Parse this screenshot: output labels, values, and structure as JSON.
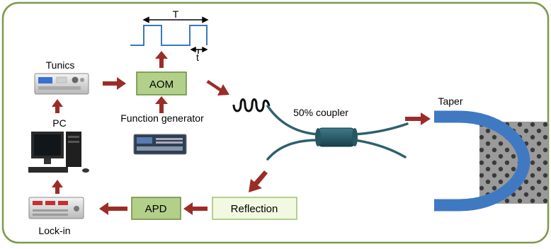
{
  "labels": {
    "tunics": "Tunics",
    "pc": "PC",
    "lockin": "Lock-in",
    "function_generator": "Function generator",
    "coupler": "50% coupler",
    "taper": "Taper",
    "period": "T",
    "pulse_width": "t"
  },
  "boxes": {
    "aom": "AOM",
    "apd": "APD",
    "reflection": "Reflection"
  },
  "colors": {
    "frame": "#7a9a4a",
    "arrow": "#9b2d28",
    "green_box": "#b2d08a",
    "green_box_border": "#6a8c3a",
    "reflection_box": "#f2f8e2",
    "fiber": "#2f5f6e",
    "pulse": "#3a78c0",
    "taper": "#3f79c2"
  }
}
